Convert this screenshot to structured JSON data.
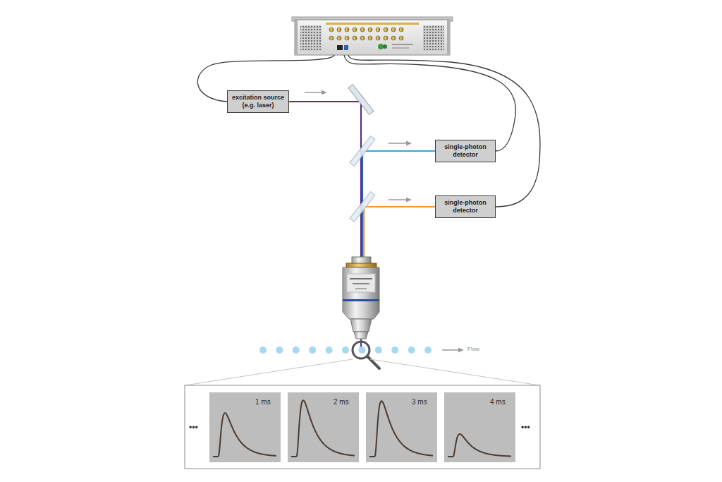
{
  "diagram": {
    "nodes": [
      {
        "text": [
          "excitation source (e.g. laser)"
        ]
      },
      {
        "text": [
          "single-photon detector"
        ]
      },
      {
        "text": [
          "single-photon detector"
        ]
      }
    ],
    "labels": [
      "1 ms",
      "2 ms",
      "3 ms",
      "4 ms",
      "•••",
      "•••",
      "Flow"
    ]
  }
}
